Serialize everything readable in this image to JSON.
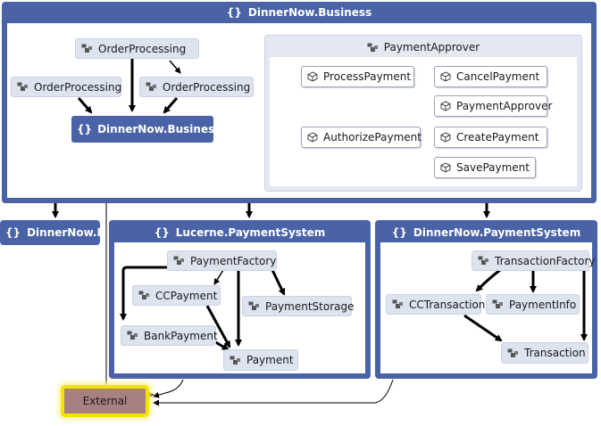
{
  "namespaces": {
    "business": "DinnerNow.Business",
    "business_data": "DinnerNow.Business.Data",
    "data": "DinnerNow.Data",
    "lucerne": "Lucerne.PaymentSystem",
    "paymentsystem": "DinnerNow.PaymentSystem"
  },
  "brace_glyph": "{}",
  "business": {
    "order_processing_top": "OrderProcessing",
    "order_processing_left": "OrderProcessing",
    "order_processing_right": "OrderProcessing",
    "payment_approver_group": "PaymentApprover",
    "classes": {
      "process_payment": "ProcessPayment",
      "authorize_payment": "AuthorizePayment",
      "cancel_payment": "CancelPayment",
      "payment_approver": "PaymentApprover",
      "create_payment": "CreatePayment",
      "save_payment": "SavePayment"
    }
  },
  "lucerne": {
    "payment_factory": "PaymentFactory",
    "cc_payment": "CCPayment",
    "payment_storage": "PaymentStorage",
    "bank_payment": "BankPayment",
    "payment": "Payment"
  },
  "paymentsystem": {
    "transaction_factory": "TransactionFactory",
    "cc_transaction": "CCTransaction",
    "payment_info": "PaymentInfo",
    "transaction": "Transaction"
  },
  "external": "External",
  "colors": {
    "namespace_frame": "#4a63a6",
    "node_fill": "#dde3ef",
    "external_fill": "#a88082",
    "external_glow": "#f3e400"
  },
  "icons": {
    "namespace": "braces-icon",
    "module": "module-icon",
    "class": "class-cube-icon"
  }
}
